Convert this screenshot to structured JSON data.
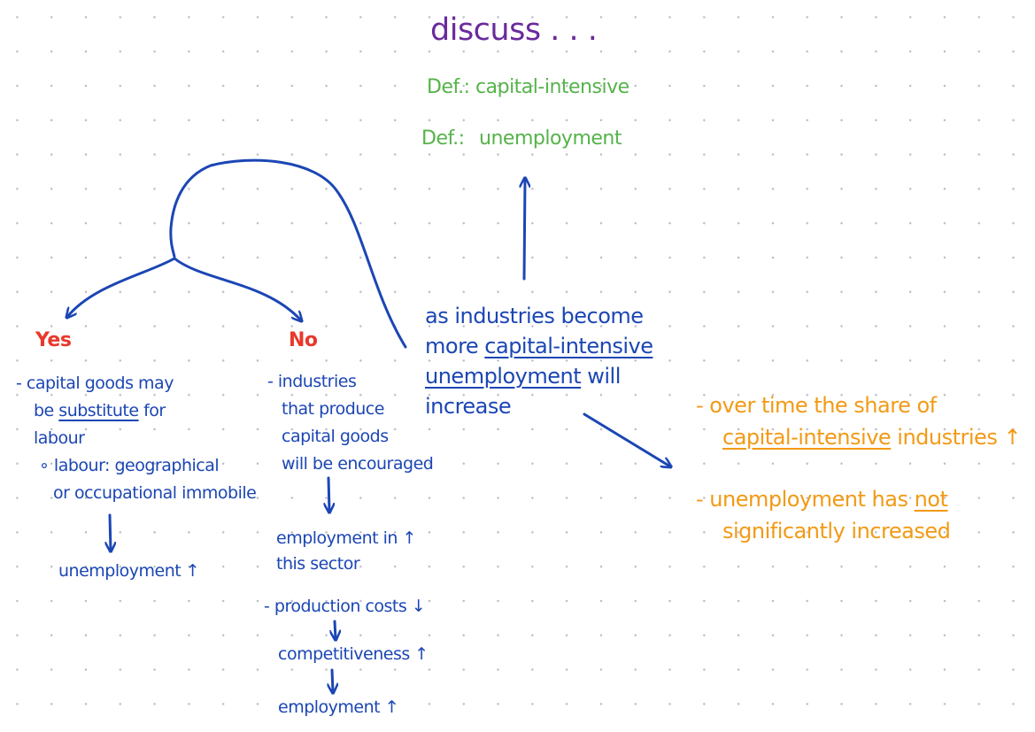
{
  "colors": {
    "blue_ink": "#1b46b4",
    "green_ink": "#55b34a",
    "purple_ink": "#6a2a9c",
    "red_ink": "#e8392b",
    "orange_ink": "#f29a16",
    "dot_grid": "#b9bcc2"
  },
  "header": {
    "title": "discuss . . .",
    "def1_prefix": "Def.:",
    "def1_term": "capital-intensive",
    "def2_prefix": "Def.:",
    "def2_term": "unemployment"
  },
  "statement": {
    "l1": "as industries become",
    "l2_pre": "more ",
    "l2_u": "capital-intensive",
    "l3_u": "unemployment",
    "l3_post": " will",
    "l4": "increase"
  },
  "yes": {
    "label": "Yes",
    "l1": "- capital goods may",
    "l2_pre": "be ",
    "l2_u": "substitute",
    "l2_post": " for",
    "l3": "labour",
    "l4": "∘ labour: geographical",
    "l5": "or occupational immobile",
    "result": "unemployment ↑"
  },
  "no": {
    "label": "No",
    "l1": "- industries",
    "l2": "that produce",
    "l3": "capital goods",
    "l4": "will be encouraged",
    "emp1": "employment in ↑",
    "emp2": "this sector",
    "costs": "- production costs ↓",
    "comp": "competitiveness ↑",
    "emp_final": "employment ↑"
  },
  "evidence": {
    "l1": "- over time the share of",
    "l2_u": "capital-intensive",
    "l2_post": " industries ↑",
    "l3_pre": "- unemployment has ",
    "l3_u": "not",
    "l4": "significantly increased"
  }
}
